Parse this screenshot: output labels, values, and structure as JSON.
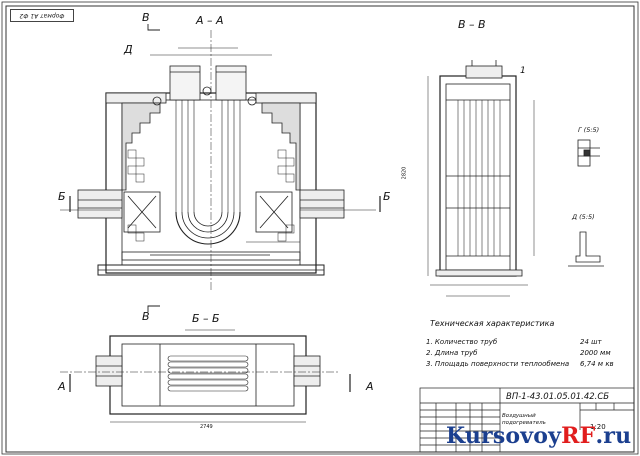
{
  "stamp": "Формат А1 Ф2",
  "views": {
    "section_aa": "А – А",
    "section_vv": "В – В",
    "section_bb": "Б – Б",
    "letter_v_top": "В",
    "letter_v_bottom": "В",
    "letter_b_left": "Б",
    "letter_b_right": "Б",
    "letter_a_left": "А",
    "letter_a_right": "А",
    "letter_d": "Д",
    "marker_1": "1"
  },
  "details": {
    "g": "Г (5:5)",
    "d": "Д (5:5)"
  },
  "tech": {
    "title": "Техническая характеристика",
    "rows": [
      {
        "label": "1. Количество труб",
        "value": "24 шт"
      },
      {
        "label": "2. Длина труб",
        "value": "2000 мм"
      },
      {
        "label": "3. Площадь поверхности теплообмена",
        "value": "6,74 м кв"
      }
    ]
  },
  "title_block": {
    "code": "ВП-1-43.01.05.01.42.СБ",
    "name": "Воздушный подогреватель",
    "scale": "1:20"
  },
  "dims": {
    "d1": "2749",
    "d2": "2820"
  },
  "watermark": {
    "part1": "Kursovoy",
    "part2": "RF",
    "part3": ".ru"
  }
}
